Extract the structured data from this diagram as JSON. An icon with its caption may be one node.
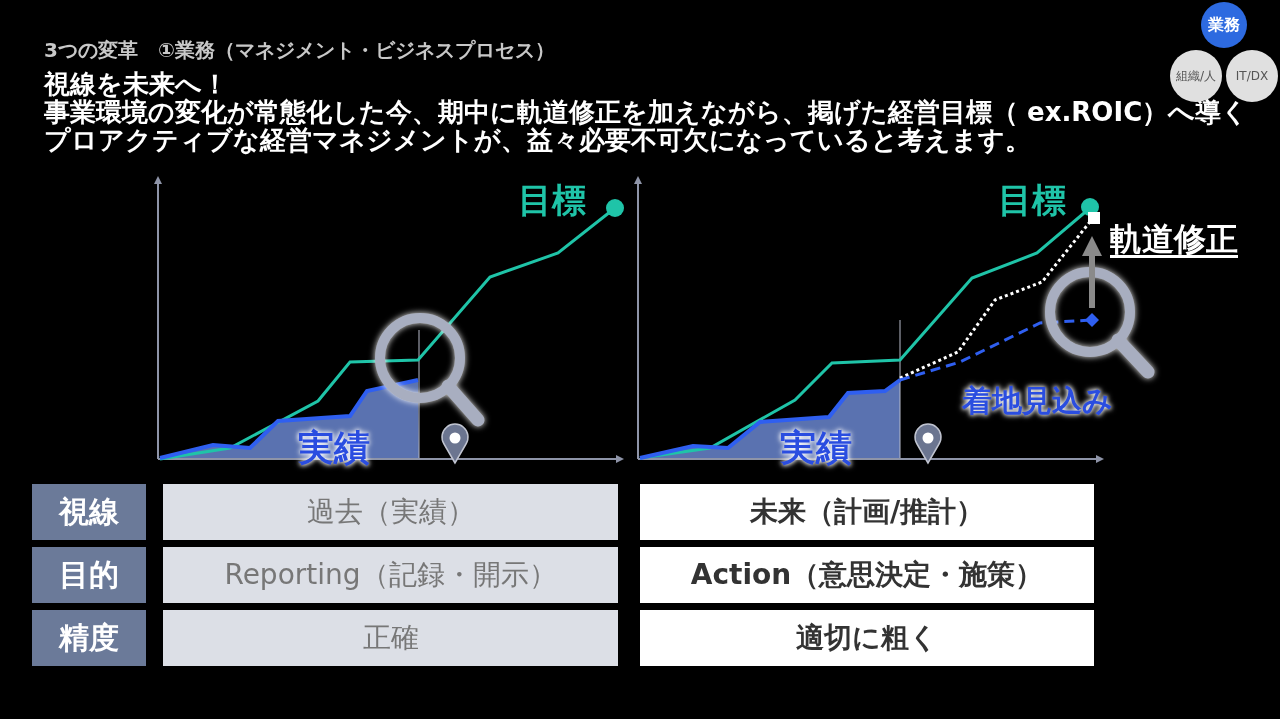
{
  "diagram": {
    "title": "3つの変革　①業務（マネジメント・ビジネスプロセス）",
    "nodes": [
      {
        "text": [
          "業務"
        ]
      },
      {
        "text": [
          "組織/人"
        ]
      },
      {
        "text": [
          "IT/DX"
        ]
      }
    ],
    "labels": [
      "視線を未来へ！",
      "事業環境の変化が常態化した今、期中に軌道修正を加えながら、掲げた経営目標（ ex.ROIC）へ導くプロアクティブな経営マネジメントが、益々必要不可欠になっていると考えます。",
      "目標",
      "実績",
      "目標",
      "軌道修正",
      "着地見込み",
      "実績",
      "視線",
      "過去（実績）",
      "未来（計画/推計）",
      "目的",
      "Reporting（記録・開示）",
      "Action（意思決定・施策）",
      "精度",
      "正確",
      "適切に粗く"
    ]
  }
}
